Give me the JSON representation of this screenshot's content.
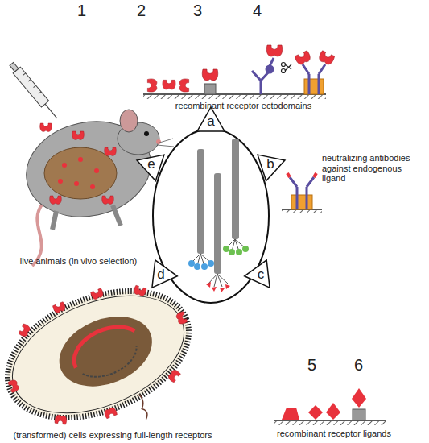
{
  "diagram": {
    "nodes": [
      {
        "text": [
          "a"
        ]
      },
      {
        "text": [
          "b"
        ]
      },
      {
        "text": [
          "c"
        ]
      },
      {
        "text": [
          "d"
        ]
      },
      {
        "text": [
          "e"
        ]
      }
    ],
    "labels": [
      "1",
      "2",
      "3",
      "4",
      "recombinant receptor ectodomains",
      "neutralizing antibodies against endogenous ligand",
      "5",
      "6",
      "recombinant receptor ligands",
      "live animals (in vivo selection)",
      "(transformed) cells expressing full-length receptors"
    ]
  }
}
